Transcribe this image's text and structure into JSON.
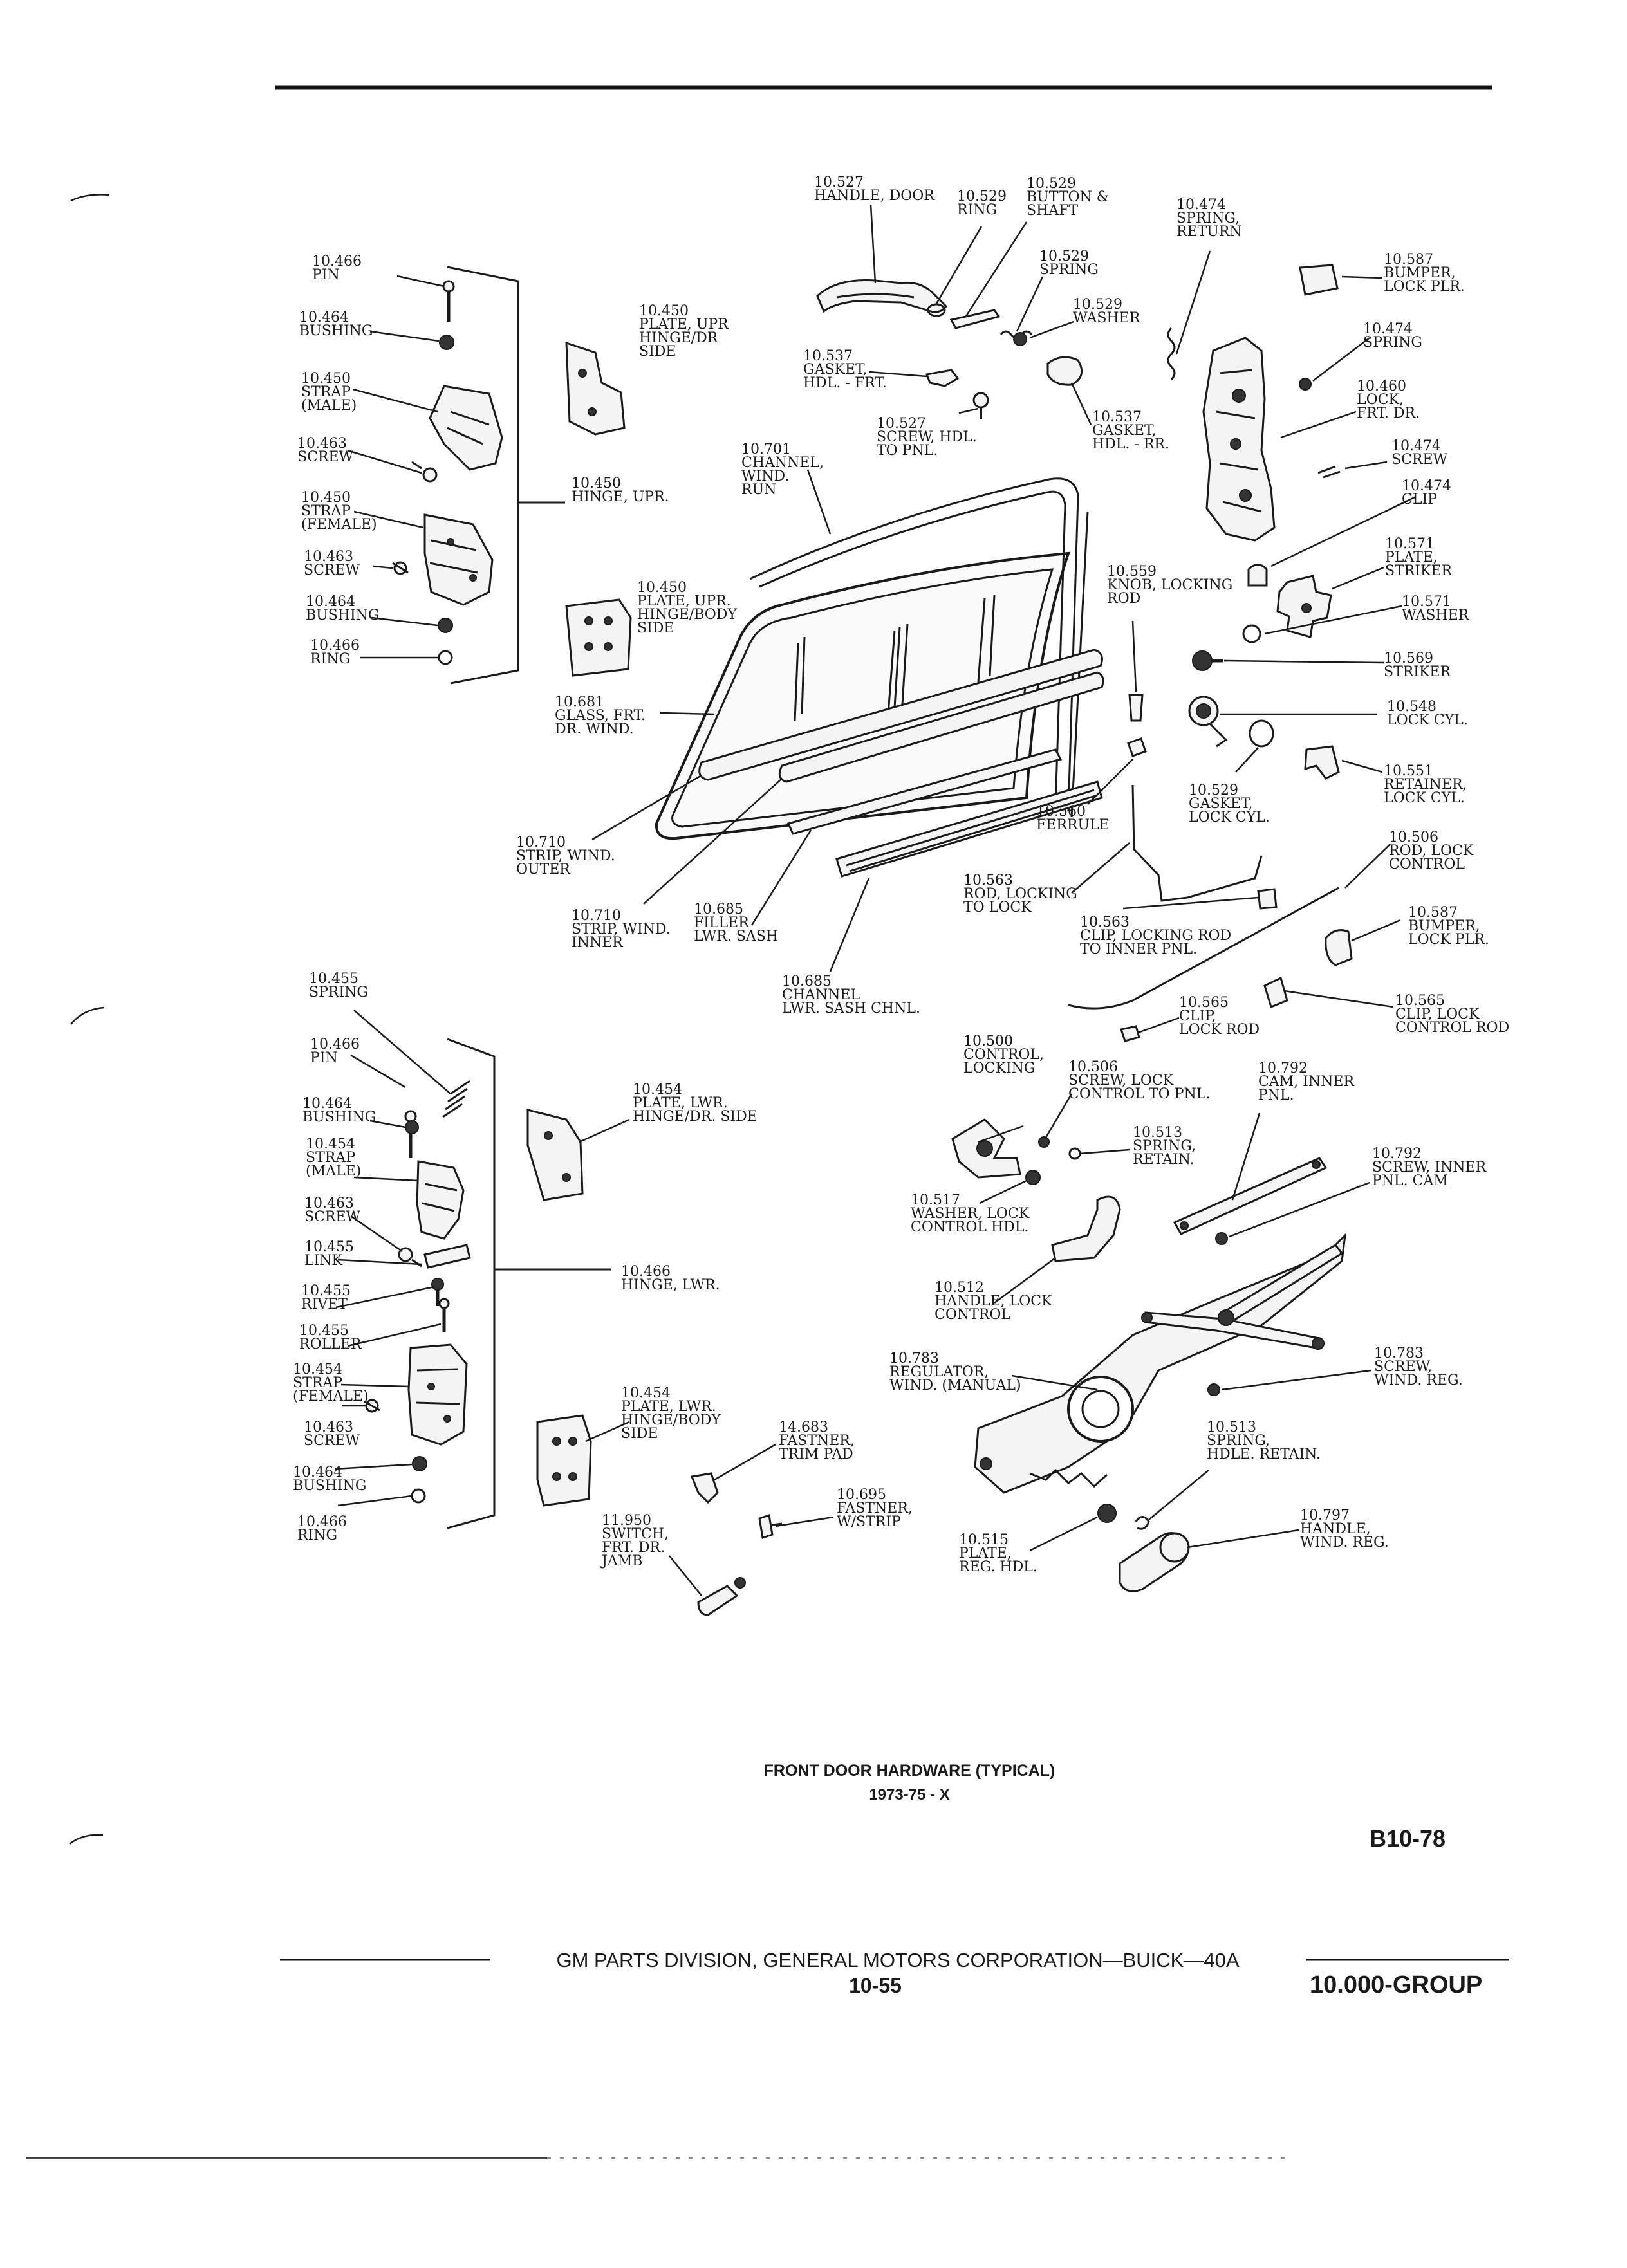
{
  "caption": {
    "title": "FRONT DOOR HARDWARE (TYPICAL)",
    "subtitle": "1973-75 - X"
  },
  "figure_code": "B10-78",
  "footer": {
    "publisher": "GM PARTS DIVISION, GENERAL MOTORS CORPORATION—BUICK—40A",
    "page_number": "10-55",
    "group": "10.000-GROUP"
  },
  "labels": {
    "l01": [
      "10.466",
      "PIN"
    ],
    "l02": [
      "10.464",
      "BUSHING"
    ],
    "l03": [
      "10.450",
      "STRAP",
      "(MALE)"
    ],
    "l04": [
      "10.463",
      "SCREW"
    ],
    "l05": [
      "10.450",
      "STRAP",
      "(FEMALE)"
    ],
    "l06": [
      "10.463",
      "SCREW"
    ],
    "l07": [
      "10.464",
      "BUSHING"
    ],
    "l08": [
      "10.466",
      "RING"
    ],
    "l09": [
      "10.450",
      "PLATE, UPR",
      "HINGE/DR",
      "SIDE"
    ],
    "l10": [
      "10.450",
      "HINGE, UPR."
    ],
    "l11": [
      "10.450",
      "PLATE, UPR.",
      "HINGE/BODY",
      "SIDE"
    ],
    "l12": [
      "10.527",
      "HANDLE, DOOR"
    ],
    "l13": [
      "10.529",
      "RING"
    ],
    "l14": [
      "10.529",
      "BUTTON &",
      "SHAFT"
    ],
    "l15": [
      "10.529",
      "SPRING"
    ],
    "l16": [
      "10.529",
      "WASHER"
    ],
    "l17": [
      "10.537",
      "GASKET,",
      "HDL. - FRT."
    ],
    "l18": [
      "10.527",
      "SCREW, HDL.",
      "TO PNL."
    ],
    "l19": [
      "10.537",
      "GASKET,",
      "HDL. - RR."
    ],
    "l20": [
      "10.701",
      "CHANNEL,",
      "WIND.",
      "RUN"
    ],
    "l21": [
      "10.474",
      "SPRING,",
      "RETURN"
    ],
    "l22": [
      "10.587",
      "BUMPER,",
      "LOCK PLR."
    ],
    "l23": [
      "10.474",
      "SPRING"
    ],
    "l24": [
      "10.460",
      "LOCK,",
      "FRT. DR."
    ],
    "l25": [
      "10.474",
      "SCREW"
    ],
    "l26": [
      "10.474",
      "CLIP"
    ],
    "l27": [
      "10.571",
      "PLATE,",
      "STRIKER"
    ],
    "l28": [
      "10.571",
      "WASHER"
    ],
    "l29": [
      "10.559",
      "KNOB, LOCKING",
      "ROD"
    ],
    "l30": [
      "10.569",
      "STRIKER"
    ],
    "l31": [
      "10.548",
      "LOCK CYL."
    ],
    "l32": [
      "10.551",
      "RETAINER,",
      "LOCK CYL."
    ],
    "l33": [
      "10.529",
      "GASKET,",
      "LOCK CYL."
    ],
    "l34": [
      "10.560",
      "FERRULE"
    ],
    "l35": [
      "10.506",
      "ROD, LOCK",
      "CONTROL"
    ],
    "l36": [
      "10.681",
      "GLASS, FRT.",
      "DR. WIND."
    ],
    "l37": [
      "10.710",
      "STRIP, WIND.",
      "OUTER"
    ],
    "l38": [
      "10.710",
      "STRIP, WIND.",
      "INNER"
    ],
    "l39": [
      "10.685",
      "FILLER",
      "LWR. SASH"
    ],
    "l40": [
      "10.685",
      "CHANNEL",
      "LWR. SASH CHNL."
    ],
    "l41": [
      "10.563",
      "ROD, LOCKING",
      "TO LOCK"
    ],
    "l42": [
      "10.563",
      "CLIP, LOCKING ROD",
      "TO INNER PNL."
    ],
    "l43": [
      "10.587",
      "BUMPER,",
      "LOCK PLR."
    ],
    "l44": [
      "10.565",
      "CLIP,",
      "LOCK ROD"
    ],
    "l45": [
      "10.565",
      "CLIP, LOCK",
      "CONTROL ROD"
    ],
    "l46": [
      "10.455",
      "SPRING"
    ],
    "l47": [
      "10.466",
      "PIN"
    ],
    "l48": [
      "10.464",
      "BUSHING"
    ],
    "l49": [
      "10.454",
      "STRAP",
      "(MALE)"
    ],
    "l50": [
      "10.463",
      "SCREW"
    ],
    "l51": [
      "10.455",
      "LINK"
    ],
    "l52": [
      "10.455",
      "RIVET"
    ],
    "l53": [
      "10.455",
      "ROLLER"
    ],
    "l54": [
      "10.454",
      "STRAP",
      "(FEMALE)"
    ],
    "l55": [
      "10.463",
      "SCREW"
    ],
    "l56": [
      "10.464",
      "BUSHING"
    ],
    "l57": [
      "10.466",
      "RING"
    ],
    "l58": [
      "10.454",
      "PLATE, LWR.",
      "HINGE/DR. SIDE"
    ],
    "l59": [
      "10.466",
      "HINGE, LWR."
    ],
    "l60": [
      "10.454",
      "PLATE, LWR.",
      "HINGE/BODY",
      "SIDE"
    ],
    "l61": [
      "10.500",
      "CONTROL,",
      "LOCKING"
    ],
    "l62": [
      "10.506",
      "SCREW, LOCK",
      "CONTROL TO PNL."
    ],
    "l63": [
      "10.513",
      "SPRING,",
      "RETAIN."
    ],
    "l64": [
      "10.792",
      "CAM, INNER",
      "PNL."
    ],
    "l65": [
      "10.792",
      "SCREW, INNER",
      "PNL. CAM"
    ],
    "l66": [
      "10.517",
      "WASHER, LOCK",
      "CONTROL HDL."
    ],
    "l67": [
      "10.512",
      "HANDLE, LOCK",
      "CONTROL"
    ],
    "l68": [
      "10.783",
      "REGULATOR,",
      "WIND. (MANUAL)"
    ],
    "l69": [
      "10.783",
      "SCREW,",
      "WIND. REG."
    ],
    "l70": [
      "14.683",
      "FASTNER,",
      "TRIM PAD"
    ],
    "l71": [
      "10.695",
      "FASTNER,",
      "W/STRIP"
    ],
    "l72": [
      "11.950",
      "SWITCH,",
      "FRT. DR.",
      "JAMB"
    ],
    "l73": [
      "10.513",
      "SPRING,",
      "HDLE. RETAIN."
    ],
    "l74": [
      "10.515",
      "PLATE,",
      "REG. HDL."
    ],
    "l75": [
      "10.797",
      "HANDLE,",
      "WIND. REG."
    ]
  }
}
